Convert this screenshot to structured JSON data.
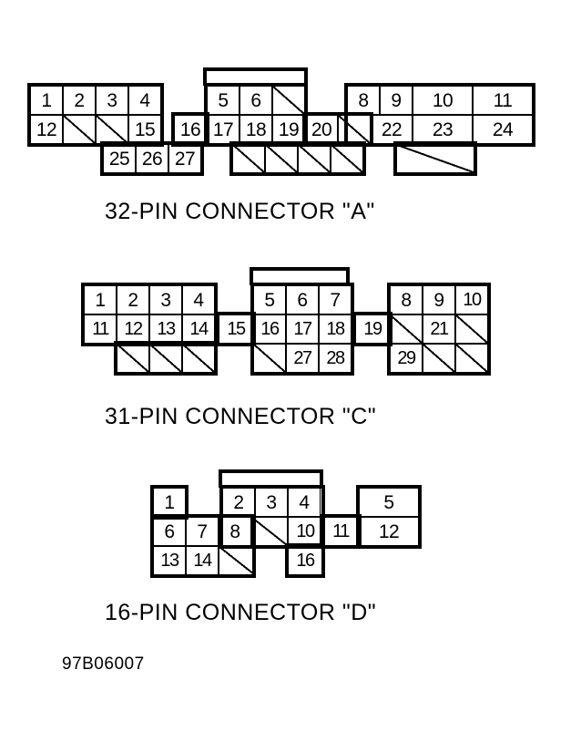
{
  "document": {
    "type": "connector-pinout-diagram",
    "footer_code": "97B06007",
    "background_color": "#ffffff",
    "line_color": "#000000"
  },
  "connectors": [
    {
      "id": "A",
      "caption": "32-PIN CONNECTOR \"A\"",
      "pin_count": 32,
      "rows": [
        {
          "name": "top-row",
          "cells": [
            {
              "label": "1"
            },
            {
              "label": "2"
            },
            {
              "label": "3"
            },
            {
              "label": "4"
            },
            {
              "label": "5"
            },
            {
              "label": "6"
            },
            {
              "label": "",
              "blank": true
            },
            {
              "label": "8"
            },
            {
              "label": "9"
            },
            {
              "label": "10"
            },
            {
              "label": "11"
            }
          ]
        },
        {
          "name": "middle-row",
          "cells": [
            {
              "label": "12"
            },
            {
              "label": "",
              "blank": true
            },
            {
              "label": "",
              "blank": true
            },
            {
              "label": "15"
            },
            {
              "label": "16"
            },
            {
              "label": "17"
            },
            {
              "label": "18"
            },
            {
              "label": "19"
            },
            {
              "label": "20"
            },
            {
              "label": "",
              "blank": true
            },
            {
              "label": "22"
            },
            {
              "label": "23"
            },
            {
              "label": "24"
            }
          ]
        },
        {
          "name": "bottom-row",
          "cells": [
            {
              "label": "25"
            },
            {
              "label": "26"
            },
            {
              "label": "27"
            },
            {
              "label": "",
              "blank": true
            },
            {
              "label": "",
              "blank": true
            },
            {
              "label": "",
              "blank": true
            },
            {
              "label": "",
              "blank": true
            },
            {
              "label": "",
              "blank": true
            }
          ]
        }
      ]
    },
    {
      "id": "C",
      "caption": "31-PIN CONNECTOR \"C\"",
      "pin_count": 31,
      "rows": [
        {
          "name": "top-row",
          "cells": [
            {
              "label": "1"
            },
            {
              "label": "2"
            },
            {
              "label": "3"
            },
            {
              "label": "4"
            },
            {
              "label": "5"
            },
            {
              "label": "6"
            },
            {
              "label": "7"
            },
            {
              "label": "8"
            },
            {
              "label": "9"
            },
            {
              "label": "10"
            }
          ]
        },
        {
          "name": "middle-row",
          "cells": [
            {
              "label": "11"
            },
            {
              "label": "12"
            },
            {
              "label": "13"
            },
            {
              "label": "14"
            },
            {
              "label": "15"
            },
            {
              "label": "16"
            },
            {
              "label": "17"
            },
            {
              "label": "18"
            },
            {
              "label": "19"
            },
            {
              "label": "",
              "blank": true
            },
            {
              "label": "21"
            },
            {
              "label": "",
              "blank": true
            }
          ]
        },
        {
          "name": "bottom-row",
          "cells": [
            {
              "label": "",
              "blank": true
            },
            {
              "label": "",
              "blank": true
            },
            {
              "label": "",
              "blank": true
            },
            {
              "label": "",
              "blank": true
            },
            {
              "label": "27"
            },
            {
              "label": "28"
            },
            {
              "label": "29"
            },
            {
              "label": "",
              "blank": true
            },
            {
              "label": "",
              "blank": true
            }
          ]
        }
      ]
    },
    {
      "id": "D",
      "caption": "16-PIN CONNECTOR \"D\"",
      "pin_count": 16,
      "rows": [
        {
          "name": "top-row",
          "cells": [
            {
              "label": "1"
            },
            {
              "label": "2"
            },
            {
              "label": "3"
            },
            {
              "label": "4"
            },
            {
              "label": "5"
            }
          ]
        },
        {
          "name": "middle-row",
          "cells": [
            {
              "label": "6"
            },
            {
              "label": "7"
            },
            {
              "label": "8"
            },
            {
              "label": "",
              "blank": true
            },
            {
              "label": "10"
            },
            {
              "label": "11"
            },
            {
              "label": "12"
            }
          ]
        },
        {
          "name": "bottom-row",
          "cells": [
            {
              "label": "13"
            },
            {
              "label": "14"
            },
            {
              "label": "",
              "blank": true
            },
            {
              "label": "16"
            }
          ]
        }
      ]
    }
  ]
}
